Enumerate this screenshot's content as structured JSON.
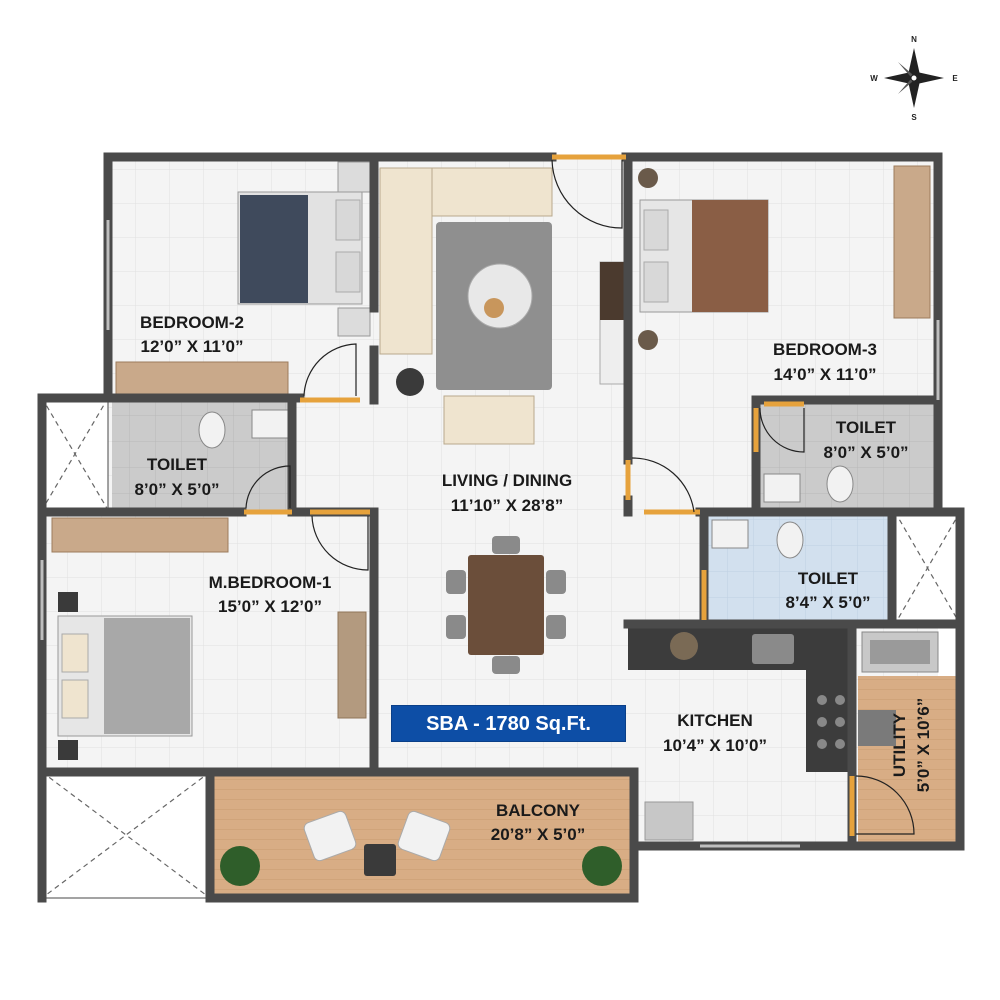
{
  "compass": {
    "n": "N",
    "s": "S",
    "e": "E",
    "w": "W"
  },
  "rooms": {
    "bedroom2": {
      "name": "BEDROOM-2",
      "size": "12’0” X 11’0”"
    },
    "bedroom3": {
      "name": "BEDROOM-3",
      "size": "14’0” X 11’0”"
    },
    "toilet_left": {
      "name": "TOILET",
      "size": "8’0” X 5’0”"
    },
    "toilet_right": {
      "name": "TOILET",
      "size": "8’0” X 5’0”"
    },
    "toilet_center": {
      "name": "TOILET",
      "size": "8’4” X 5’0”"
    },
    "living": {
      "name": "LIVING / DINING",
      "size": "11’10” X 28’8”"
    },
    "master": {
      "name": "M.BEDROOM-1",
      "size": "15’0” X 12’0”"
    },
    "kitchen": {
      "name": "KITCHEN",
      "size": "10’4” X 10’0”"
    },
    "utility": {
      "name": "UTILITY",
      "size": "5’0” X 10’6”"
    },
    "balcony": {
      "name": "BALCONY",
      "size": "20’8” X 5’0”"
    }
  },
  "sba": "SBA - 1780 Sq.Ft.",
  "colors": {
    "wall": "#4a4a4a",
    "floor": "#f3f3f3",
    "tile_line": "#e2e2e2",
    "door": "#e6a23c",
    "deck": "#d7ab82",
    "bath_blue": "#d4e2ef",
    "bath_grey": "#c9c9c9",
    "sba_bg": "#0d4ea6"
  }
}
